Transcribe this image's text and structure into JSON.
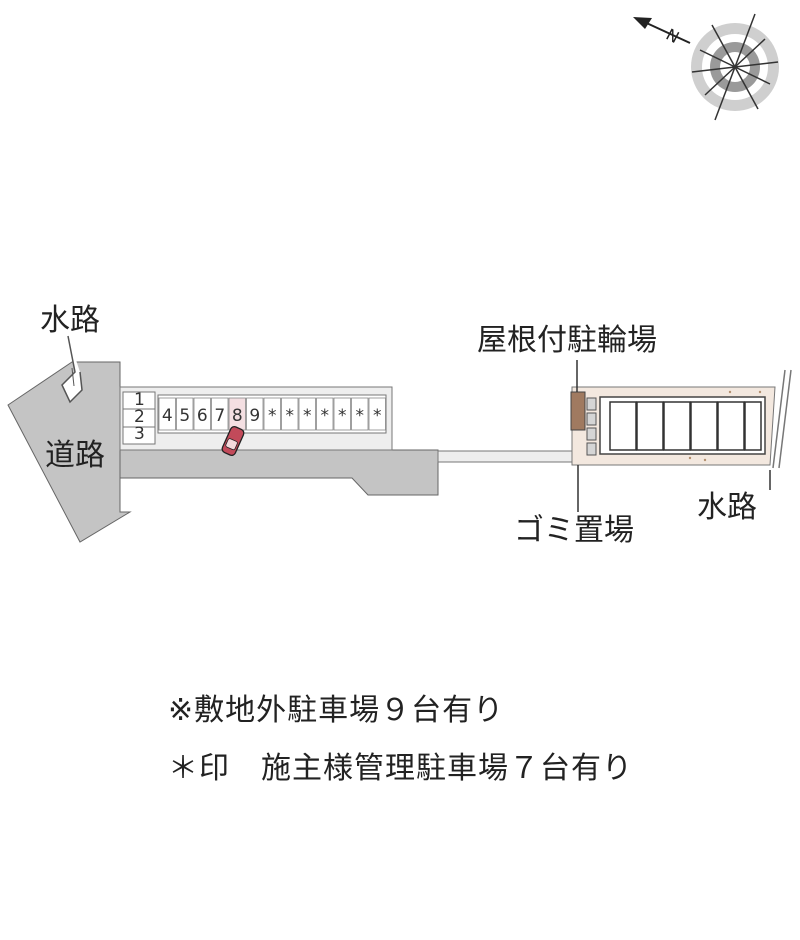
{
  "compass": {
    "north_label": "N",
    "icon": "north-arrow-compass"
  },
  "labels": {
    "waterway_top": "水路",
    "road": "道路",
    "bike_parking": "屋根付駐輪場",
    "garbage": "ゴミ置場",
    "waterway_right": "水路"
  },
  "parking": {
    "left_column": [
      "1",
      "2",
      "3"
    ],
    "main_row": [
      "4",
      "5",
      "6",
      "7",
      "8",
      "9",
      "*",
      "*",
      "*",
      "*",
      "*",
      "*",
      "*"
    ],
    "highlighted": "8"
  },
  "notes": {
    "line1": "※敷地外駐車場９台有り",
    "line2": "＊印　施主様管理駐車場７台有り"
  },
  "colors": {
    "road": "#c4c4c4",
    "lot_fill": "#eeeeee",
    "building_fill": "#f3e8df",
    "bike_shed": "#a07a60",
    "car": "#c24a5a"
  }
}
